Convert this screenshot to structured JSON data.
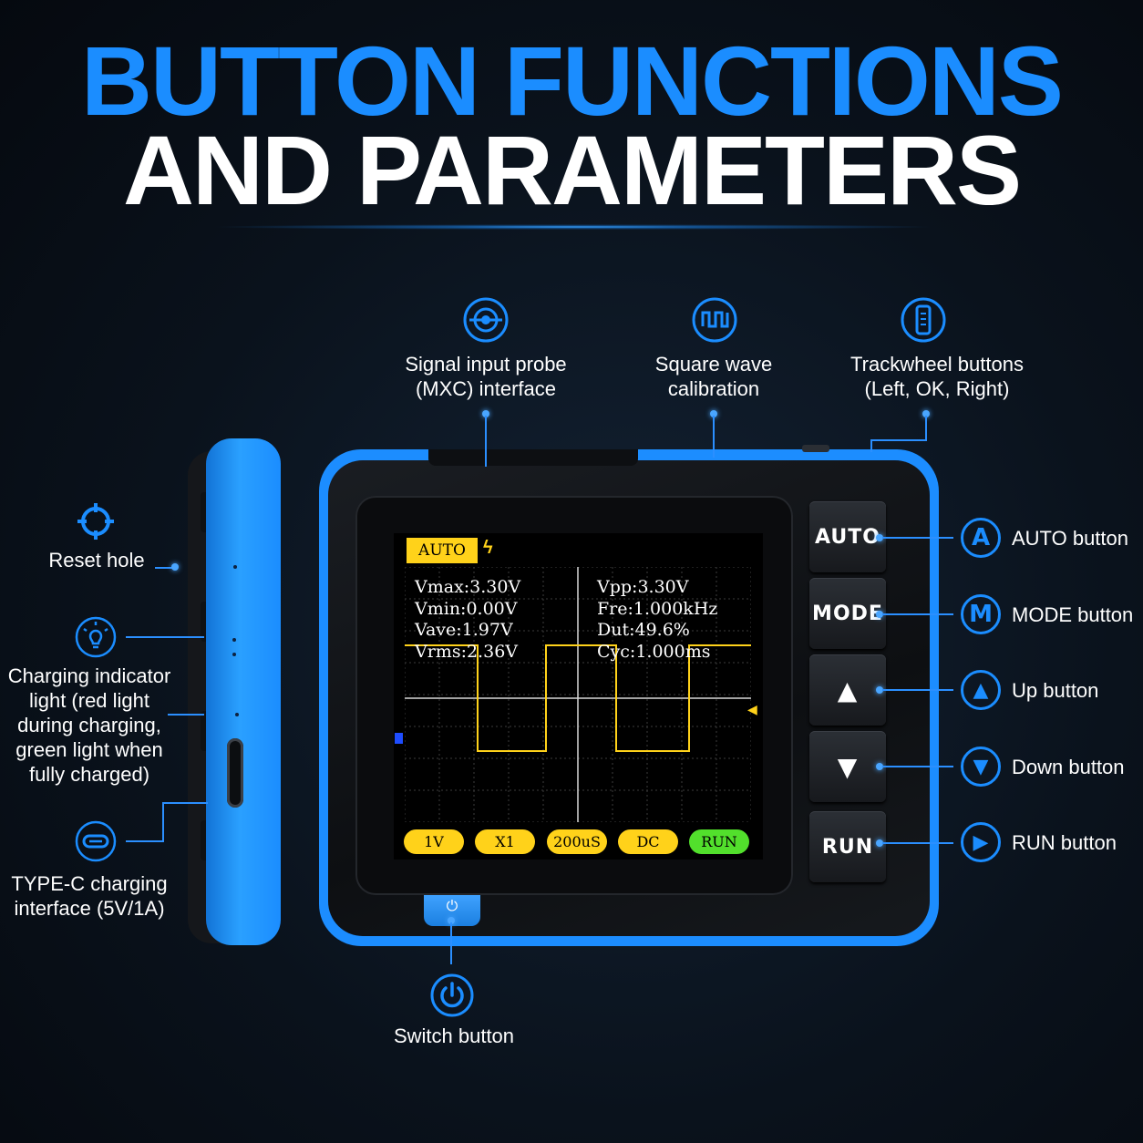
{
  "title": {
    "line1": "BUTTON FUNCTIONS",
    "line2": "AND PARAMETERS"
  },
  "top_labels": {
    "probe": [
      "Signal input probe",
      "(MXC) interface"
    ],
    "square": [
      "Square wave",
      "calibration"
    ],
    "trackwheel": [
      "Trackwheel buttons",
      "(Left, OK, Right)"
    ]
  },
  "left_labels": {
    "reset": "Reset hole",
    "charging": [
      "Charging indicator",
      "light (red light",
      "during charging,",
      "green light when",
      "fully charged)"
    ],
    "typec": [
      "TYPE-C charging",
      "interface (5V/1A)"
    ]
  },
  "right_labels": {
    "auto": {
      "letter": "A",
      "text": "AUTO button"
    },
    "mode": {
      "letter": "M",
      "text": "MODE button"
    },
    "up": {
      "letter": "▲",
      "text": "Up button"
    },
    "down": {
      "letter": "▼",
      "text": "Down button"
    },
    "run": {
      "letter": "▶",
      "text": "RUN button"
    }
  },
  "bottom_label": "Switch button",
  "device_buttons": {
    "auto": "AUTO",
    "mode": "MODE",
    "up": "▲",
    "down": "▼",
    "run": "RUN",
    "power": "⏻"
  },
  "screen": {
    "mode_tag": "AUTO",
    "trigger_icon": "ϟ",
    "measurements_left": [
      "Vmax:3.30V",
      "Vmin:0.00V",
      "Vave:1.97V",
      "Vrms:2.36V"
    ],
    "measurements_right": [
      "Vpp:3.30V",
      "Fre:1.000kHz",
      "Dut:49.6%",
      "Cyc:1.000ms"
    ],
    "bottom_pills": [
      "1V",
      "X1",
      "200uS",
      "DC",
      "RUN"
    ]
  },
  "colors": {
    "accent": "#1b8dff",
    "trace": "#ffd21a",
    "run_pill": "#52e02c",
    "background": "#0a121c"
  }
}
